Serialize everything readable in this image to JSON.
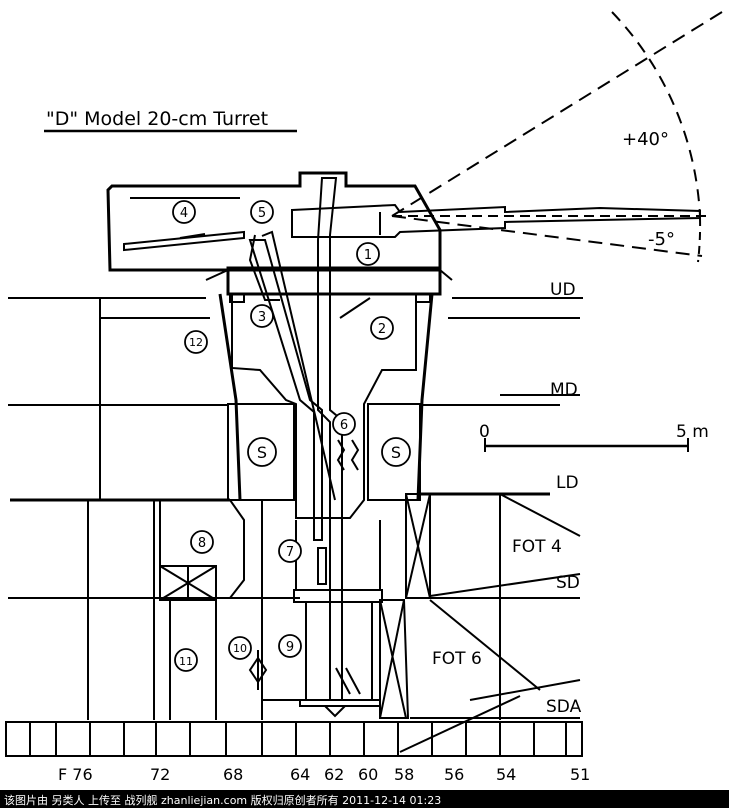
{
  "title": "\"D\" Model 20-cm Turret",
  "elevation": {
    "max": "+40°",
    "min": "-5°"
  },
  "decks": {
    "upper": "UD",
    "middle": "MD",
    "lower": "LD",
    "second": "SD",
    "second_a": "SDA"
  },
  "scale": {
    "start": "0",
    "end": "5 m"
  },
  "compartments": {
    "fot4": "FOT 4",
    "fot6": "FOT 6"
  },
  "callouts": [
    "1",
    "2",
    "3",
    "4",
    "5",
    "6",
    "7",
    "8",
    "9",
    "10",
    "11",
    "12"
  ],
  "s_marks": [
    "S",
    "S"
  ],
  "frames": [
    "F 76",
    "72",
    "68",
    "64",
    "62",
    "60",
    "58",
    "56",
    "54",
    "51"
  ],
  "footer": "该图片由 另类人 上传至 战列舰 zhanliejian.com 版权归原创者所有 2011-12-14 01:23"
}
